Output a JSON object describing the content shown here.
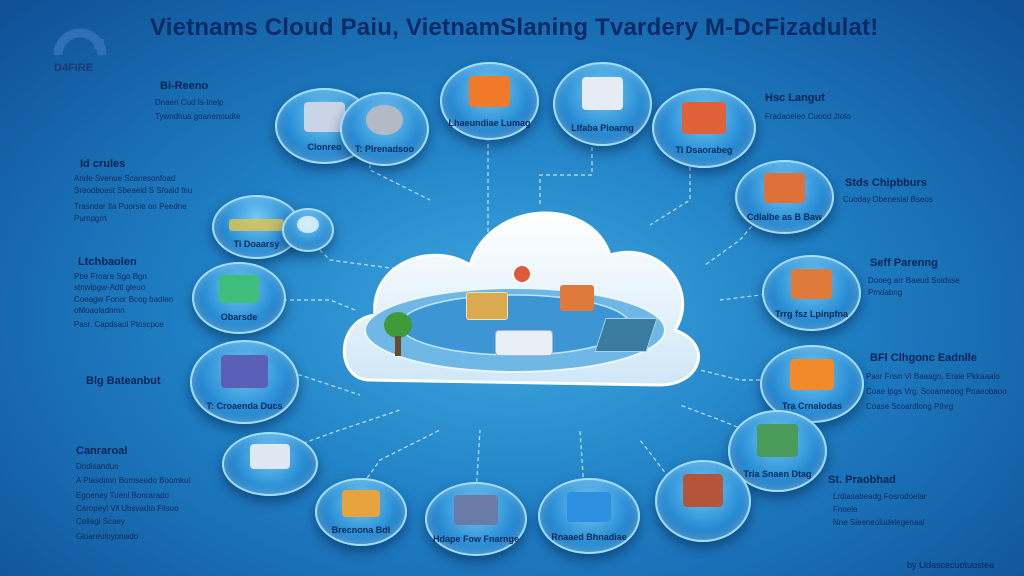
{
  "title": "Vietnams Cloud Paiu, VietnamSlaning Tvardery M-DcFizadulat!",
  "logo": {
    "text": "D4FIRE"
  },
  "nodes": [
    {
      "id": "top-1",
      "caption": "Clonreo",
      "accent": "#c9d4e6"
    },
    {
      "id": "top-2",
      "caption": "T: Plrenadsoo",
      "accent": "#b4b9c6"
    },
    {
      "id": "top-3",
      "caption": "Lhaeundiae Lumag",
      "accent": "#f07a2a"
    },
    {
      "id": "top-4",
      "caption": "Llfaba Pioarng",
      "accent": "#e7ecf4"
    },
    {
      "id": "top-5",
      "caption": "Ti Dsaorabeg",
      "accent": "#e0603a"
    },
    {
      "id": "left-1",
      "caption": "Ti Doaarsy",
      "accent": "#e3c44a"
    },
    {
      "id": "left-2",
      "caption": "Obarsde",
      "accent": "#3fbe7b"
    },
    {
      "id": "left-3",
      "caption": "T: Croaenda Ducs",
      "accent": "#5a5fb8"
    },
    {
      "id": "right-1",
      "caption": "Cdlalbe as B Baw",
      "accent": "#e0703a"
    },
    {
      "id": "right-2",
      "caption": "Trrg fsz Lpinpfna",
      "accent": "#e07a3a"
    },
    {
      "id": "right-3",
      "caption": "Tra Crnalodas",
      "accent": "#f08a2a"
    },
    {
      "id": "right-4",
      "caption": "Tria Snaen Dtag",
      "accent": "#4a9a5a"
    },
    {
      "id": "bottom-1",
      "caption": "",
      "accent": "#dfe7f0"
    },
    {
      "id": "bottom-2",
      "caption": "Brecnona Bdl",
      "accent": "#e6a33e"
    },
    {
      "id": "bottom-3",
      "caption": "Hdape Fow Fnarnge",
      "accent": "#6a7ba8"
    },
    {
      "id": "bottom-4",
      "caption": "Rnaaed Bhnadiae",
      "accent": "#2f8fe0"
    },
    {
      "id": "bottom-5",
      "caption": "",
      "accent": "#b4553a"
    }
  ],
  "left_blocks": [
    {
      "head": "Bi-Reeno",
      "lines": [
        "Dnaen Cud Is-lnelp",
        "Tywndhua goanenoudte"
      ]
    },
    {
      "head": "Id crules",
      "lines": [
        "Ande Svenue Scanesonfoad",
        "Sraodboast Sbeaeid S Sfoald fnu",
        "Trasnder Ila Puorsie on Peedne",
        "Pumpgrrt"
      ]
    },
    {
      "head": "Ltchbaolen",
      "lines": [
        "Pbe Froare Sgo Bgn",
        "stnwlpgw-Adtl gleuo",
        "Coeagw Fonor Bcog badlen",
        "oMoaoladnmn",
        "Pasr. Capdsaol Ptoscpoe"
      ]
    },
    {
      "head": "Blg Bateanbut",
      "lines": []
    },
    {
      "head": "Canraroal",
      "lines": [
        "Dndisanduo",
        "A Ptasdimn Bomseedo Boomkul",
        "Egoeney Tuenl Bonrarado",
        "Caropeyl Vil Ubsvadto Filsoo",
        "Cellagl Scaey",
        "Gloareuloypnwdo"
      ]
    }
  ],
  "right_blocks": [
    {
      "head": "Hsc Langut",
      "lines": [
        "Fradaoeleo Cuood Jtoto"
      ]
    },
    {
      "head": "Stds Chipbburs",
      "lines": [
        "Cuoday Dbenesial Bseos"
      ]
    },
    {
      "head": "Seff Parenng",
      "lines": [
        "Dooeg arr Baeud Soidsse",
        "Pmdabng"
      ]
    },
    {
      "head": "BFl Clhgonc Eadnlle",
      "lines": [
        "Pasr Fnsn Vi Baaagn, Eraie Pkkaaalo",
        "Coae lpgs Vrg, Scoameoog Pnaeobaoo",
        "Coase Scoardlong Pthrg"
      ]
    },
    {
      "head": "St. Praobhad",
      "lines": [
        "Lrdiasabeadg Fosrodoelar",
        "Fnoele",
        "Nne Sieeneoludelegenaal"
      ]
    }
  ],
  "cloud_items": [
    {
      "name": "tree",
      "accent": "#3f9a3a"
    },
    {
      "name": "server",
      "accent": "#d9aa50"
    },
    {
      "name": "factory",
      "accent": "#e07a3a"
    },
    {
      "name": "machine",
      "accent": "#e8eef6"
    },
    {
      "name": "circuit-board",
      "accent": "#3c7ba0"
    },
    {
      "name": "globe",
      "accent": "#e05a3a"
    }
  ],
  "footer": {
    "text": "by Lldascecuotuostea"
  }
}
